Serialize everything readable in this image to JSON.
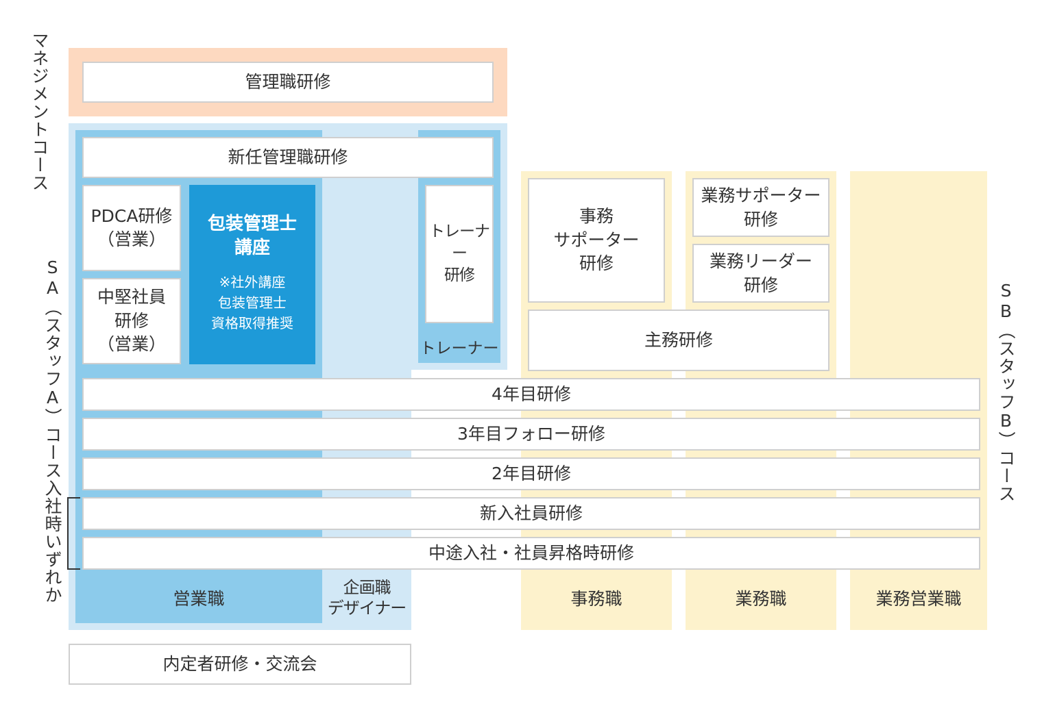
{
  "colors": {
    "management_band": "#fdd9c0",
    "sa_light": "#d2e8f6",
    "sa_medium": "#8ccbeb",
    "packaging_highlight": "#1e9ad8",
    "sb_band": "#fdf2cc",
    "box_border": "#cfcfcf",
    "text": "#333333"
  },
  "side_labels": {
    "management_course": "マネジメントコース",
    "sa_course": "SA（スタッフA）コース",
    "sb_course": "SB（スタッフB）コース",
    "at_joining": "入社時いずれか"
  },
  "boxes": {
    "manager_training": "管理職研修",
    "new_manager_training": "新任管理職研修",
    "pdca_training": "PDCA研修\n（営業）",
    "mid_career_training": "中堅社員\n研修\n（営業）",
    "packaging_course_title": "包装管理士\n講座",
    "packaging_course_note": "※社外講座\n包装管理士\n資格取得推奨",
    "trainer_training": "トレーナー\n研修",
    "office_supporter_training": "事務\nサポーター\n研修",
    "operations_supporter_training": "業務サポーター\n研修",
    "operations_leader_training": "業務リーダー\n研修",
    "chief_training": "主務研修",
    "year4_training": "4年目研修",
    "year3_followup_training": "3年目フォロー研修",
    "year2_training": "2年目研修",
    "new_employee_training": "新入社員研修",
    "midcareer_promotion_training": "中途入社・社員昇格時研修",
    "pre_hire_training": "内定者研修・交流会"
  },
  "columns": {
    "trainer": "トレーナー",
    "sales": "営業職",
    "planning_designer": "企画職\nデザイナー",
    "office": "事務職",
    "operations": "業務職",
    "operations_sales": "業務営業職"
  }
}
